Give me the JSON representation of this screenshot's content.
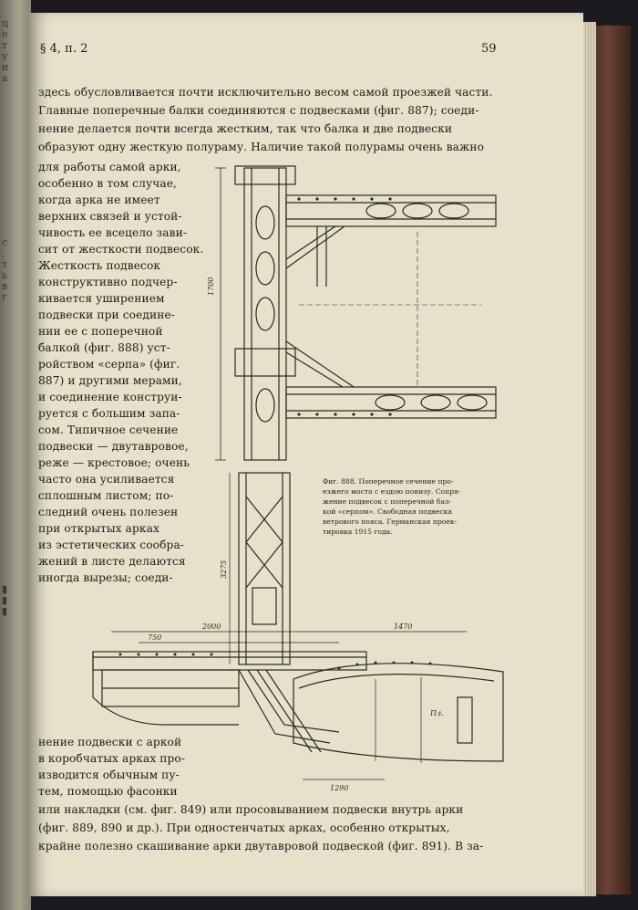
{
  "header": {
    "section": "§ 4, п. 2",
    "page_number": "59"
  },
  "body_top": [
    "здесь обусловливается почти исключительно весом самой проезжей части.",
    "Главные поперечные балки соединяются с подвесками (фиг. 887); соеди-",
    "нение делается почти всегда жестким, так что балка и две подвески",
    "образуют одну жесткую полураму. Наличие такой полурамы очень важно"
  ],
  "body_column": [
    "для работы самой арки,",
    "особенно в том случае,",
    "когда арка не имеет",
    "верхних связей и устой-",
    "чивость ее всецело зави-",
    "сит от жесткости подвесок.",
    "Жесткость подвесок",
    "конструктивно подчер-",
    "кивается уширением",
    "подвески при соедине-",
    "нии ее с поперечной",
    "балкой (фиг. 888) уст-",
    "ройством «серпа» (фиг.",
    "887) и другими мерами,",
    "и соединение конструи-",
    "руется с большим запа-",
    "сом. Типичное сечение",
    "подвески — двутавровое,",
    "реже — крестовое; очень",
    "часто она усиливается",
    "сплошным листом; по-",
    "следний очень полезен",
    "при открытых арках",
    "из эстетических сообра-",
    "жений в листе делаются",
    "иногда вырезы; соеди-"
  ],
  "body_column2": [
    "нение подвески с аркой",
    "в коробчатых арках про-",
    "изводится обычным пу-",
    "тем, помощью фасонки"
  ],
  "body_bottom": [
    "или накладки (см. фиг. 849) или просовыванием подвески внутрь арки",
    "(фиг. 889, 890 и др.). При одностенчатых арках, особенно открытых,",
    "крайне полезно скашивание арки двутавровой подвеской (фиг. 891). В за-"
  ],
  "caption": [
    "Фиг. 888. Поперечное сечение про-",
    "езжего моста с ездою понизу. Сопря-",
    "жение подвесок с поперечной бал-",
    "кой «серпом». Свободная подвеска",
    "ветрового пояса. Германская проек-",
    "тировка 1915 года."
  ],
  "drawing_labels": {
    "top_height": "1700",
    "span_a": "2000",
    "span_b": "1470",
    "dim_c": "750",
    "dim_d": "1290",
    "note_pl": "Пл.",
    "vert_dim": "3275"
  }
}
